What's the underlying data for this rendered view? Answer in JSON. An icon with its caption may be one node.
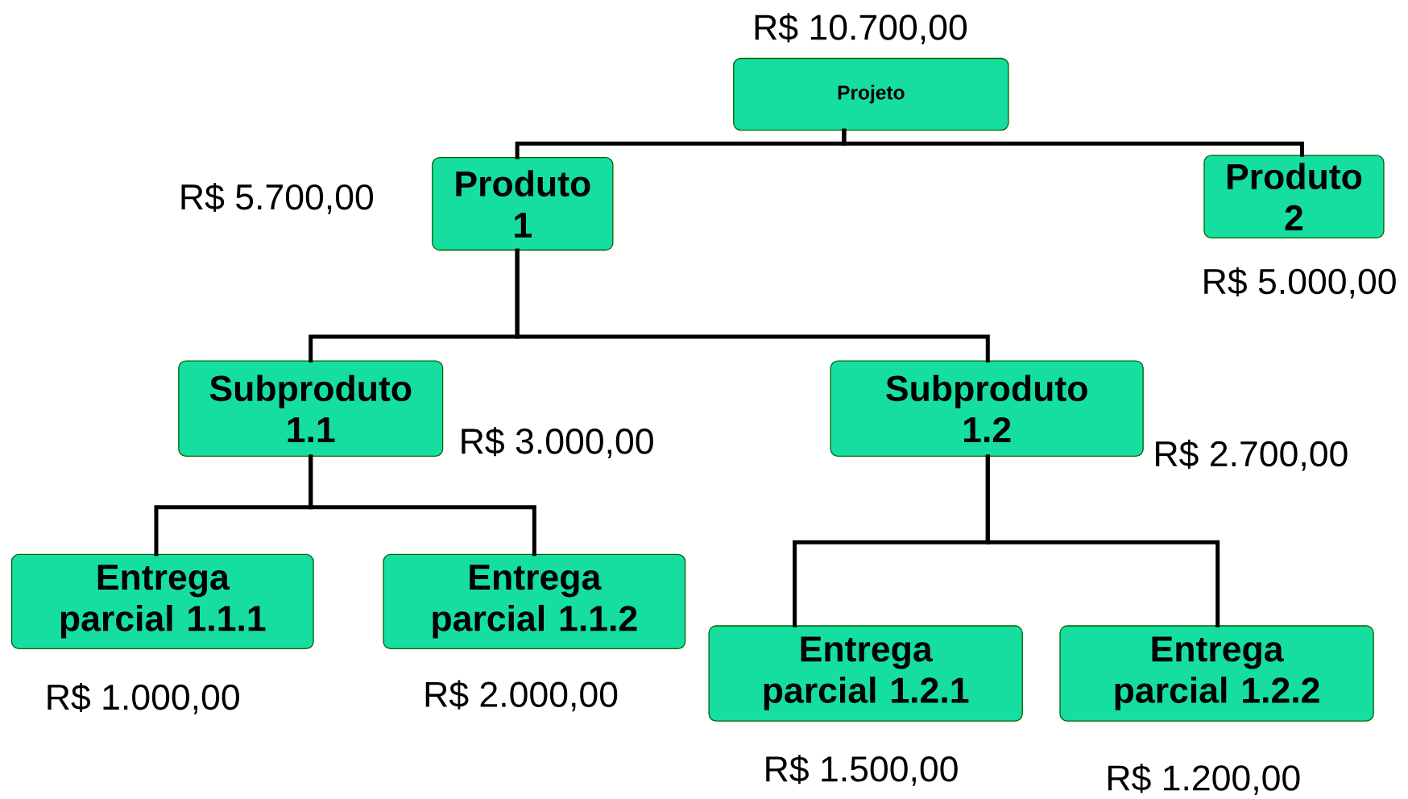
{
  "diagram": {
    "nodes": [
      {
        "text": [
          "Projeto"
        ],
        "beside": [
          "R$ 10.700,00"
        ]
      },
      {
        "text": [
          "Produto 1"
        ],
        "beside": [
          "R$ 5.700,00"
        ]
      },
      {
        "text": [
          "Produto 2"
        ],
        "beside": [
          "R$ 5.000,00"
        ]
      },
      {
        "text": [
          "Subproduto 1.1"
        ],
        "beside": [
          "R$ 3.000,00"
        ]
      },
      {
        "text": [
          "Subproduto 1.2"
        ],
        "beside": [
          "R$ 2.700,00"
        ]
      },
      {
        "text": [
          "Entrega parcial 1.1.1"
        ],
        "beside": [
          "R$ 1.000,00"
        ]
      },
      {
        "text": [
          "Entrega parcial 1.1.2"
        ],
        "beside": [
          "R$ 2.000,00"
        ]
      },
      {
        "text": [
          "Entrega parcial 1.2.1"
        ],
        "beside": [
          "R$ 1.500,00"
        ]
      },
      {
        "text": [
          "Entrega parcial 1.2.2"
        ],
        "beside": [
          "R$ 1.200,00"
        ]
      }
    ],
    "edges": [
      {
        "from": 0,
        "to": 1,
        "arrow": "none"
      },
      {
        "from": 0,
        "to": 2,
        "arrow": "none"
      },
      {
        "from": 1,
        "to": 3,
        "arrow": "none"
      },
      {
        "from": 1,
        "to": 4,
        "arrow": "none"
      },
      {
        "from": 3,
        "to": 5,
        "arrow": "none"
      },
      {
        "from": 3,
        "to": 6,
        "arrow": "none"
      },
      {
        "from": 4,
        "to": 7,
        "arrow": "none"
      },
      {
        "from": 4,
        "to": 8,
        "arrow": "none"
      }
    ]
  }
}
